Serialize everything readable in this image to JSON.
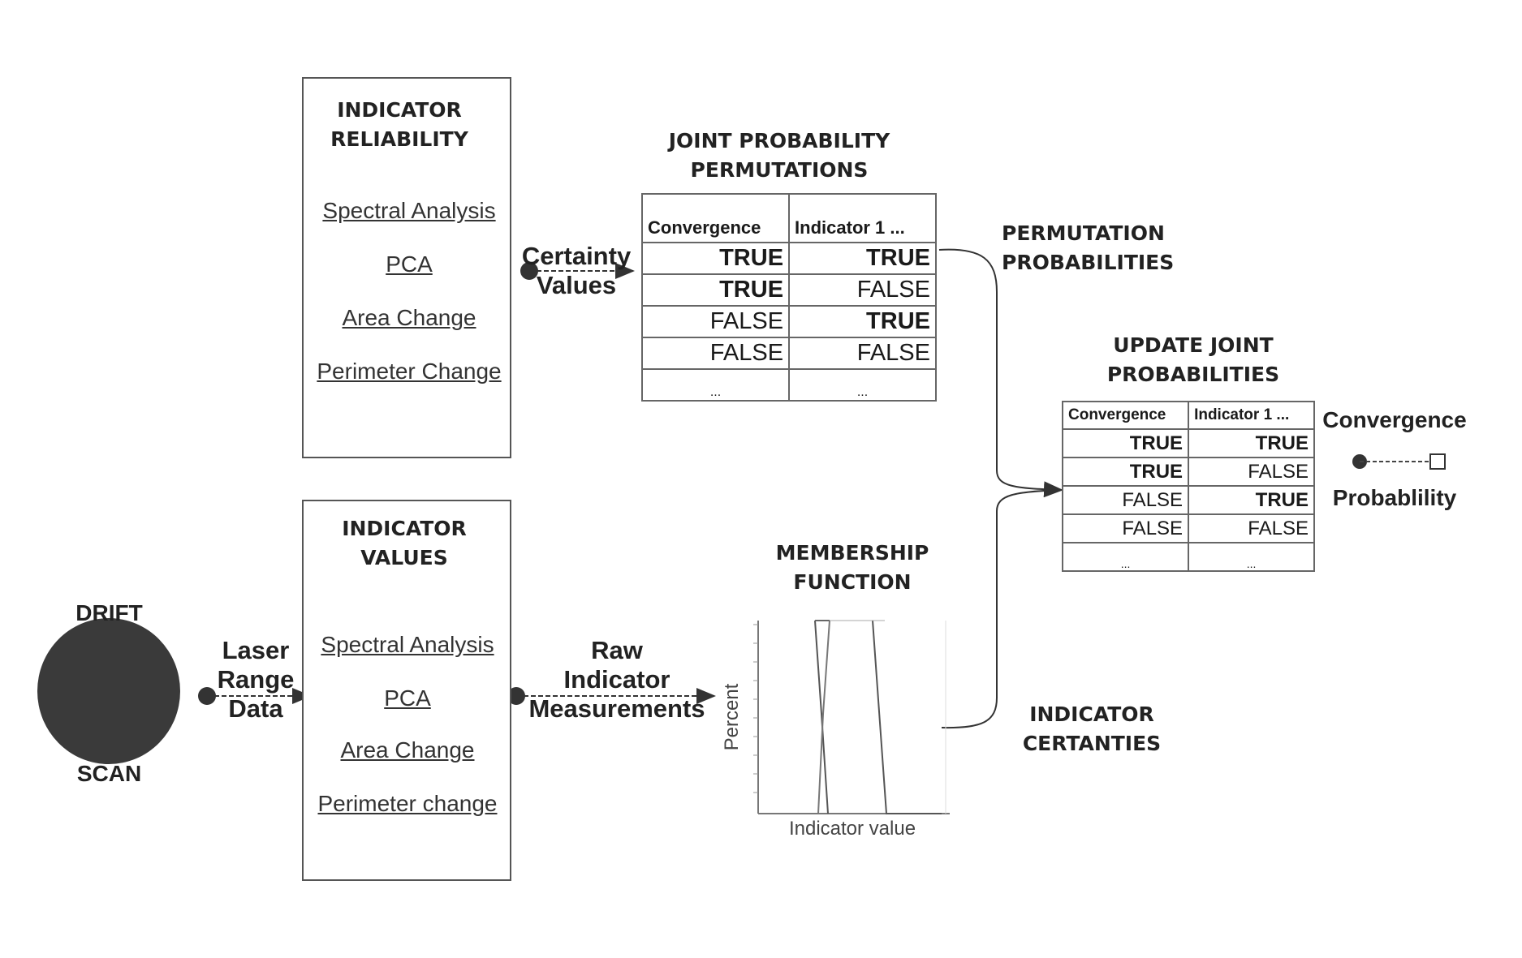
{
  "reliability_box": {
    "heading_line1": "INDICATOR",
    "heading_line2": "RELIABILITY",
    "items": [
      "Spectral Analysis",
      "PCA",
      "Area Change",
      "Perimeter Change"
    ]
  },
  "values_box": {
    "heading_line1": "INDICATOR",
    "heading_line2": "VALUES",
    "items": [
      "Spectral Analysis",
      "PCA",
      "Area Change",
      "Perimeter change"
    ]
  },
  "drift": {
    "top": "DRIFT",
    "bottom": "SCAN"
  },
  "edges": {
    "laser": [
      "Laser",
      "Range",
      "Data"
    ],
    "certainty": [
      "Certainty",
      "Values"
    ],
    "raw": [
      "Raw",
      "Indicator",
      "Measurements"
    ],
    "permutation_probabilities": [
      "PERMUTATION",
      "PROBABILITIES"
    ],
    "indicator_certanties": [
      "INDICATOR",
      "CERTANTIES"
    ]
  },
  "joint_table": {
    "heading_line1": "JOINT PROBABILITY",
    "heading_line2": "PERMUTATIONS",
    "columns": [
      "Convergence",
      "Indicator 1 ..."
    ],
    "rows": [
      [
        "TRUE",
        "TRUE"
      ],
      [
        "TRUE",
        "FALSE"
      ],
      [
        "FALSE",
        "TRUE"
      ],
      [
        "FALSE",
        "FALSE"
      ]
    ],
    "ellipsis": "..."
  },
  "update_table": {
    "heading_line1": "UPDATE JOINT",
    "heading_line2": "PROBABILITIES",
    "columns": [
      "Convergence",
      "Indicator 1 ..."
    ],
    "rows": [
      [
        "TRUE",
        "TRUE"
      ],
      [
        "TRUE",
        "FALSE"
      ],
      [
        "FALSE",
        "TRUE"
      ],
      [
        "FALSE",
        "FALSE"
      ]
    ],
    "ellipsis": "..."
  },
  "membership": {
    "heading_line1": "MEMBERSHIP",
    "heading_line2": "FUNCTION",
    "xlabel": "Indicator value",
    "ylabel": "Percent"
  },
  "output": {
    "top": "Convergence",
    "bottom": "Probablility"
  },
  "colors": {
    "ink": "#222222",
    "node": "#3a3a3a",
    "border": "#555555"
  }
}
